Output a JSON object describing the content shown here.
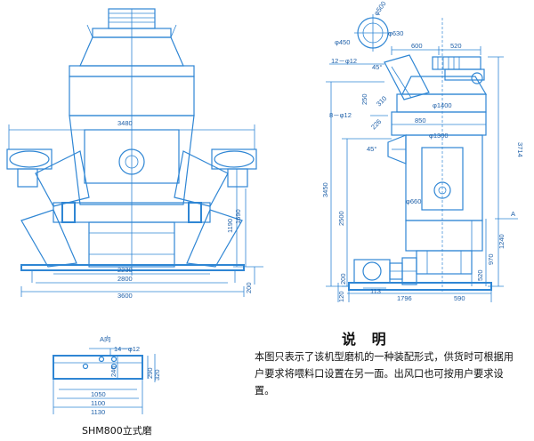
{
  "front_view": {
    "dims": [
      "3480",
      "2230",
      "2800",
      "3600",
      "1690",
      "1190",
      "200"
    ]
  },
  "side_view": {
    "dims": [
      "φ500",
      "φ630",
      "φ450",
      "600",
      "520",
      "12－φ12",
      "45°",
      "φ1400",
      "3714",
      "8－φ12",
      "250",
      "310",
      "226",
      "850",
      "φ1300",
      "45°",
      "3450",
      "2500",
      "φ660",
      "A",
      "1240",
      "970",
      "520",
      "200",
      "120",
      "113",
      "1796",
      "590"
    ]
  },
  "detail_view": {
    "title": "A向",
    "dims": [
      "14－φ12",
      "240",
      "290",
      "320",
      "1050",
      "1100",
      "1130"
    ]
  },
  "note": {
    "title": "说 明",
    "body": "本图只表示了该机型磨机的一种装配形式，供货时可根据用户要求将喂料口设置在另一面。出风口也可按用户要求设置。"
  },
  "model_label": "SHM800立式磨"
}
